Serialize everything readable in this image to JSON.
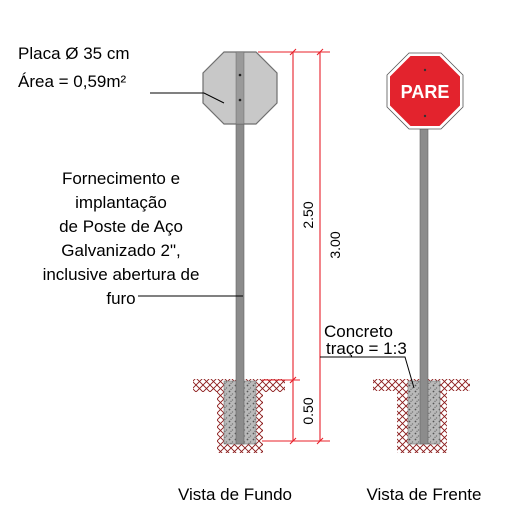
{
  "plate_labels": {
    "line1": "Placa Ø 35 cm",
    "line2": "Área = 0,59m²"
  },
  "description": {
    "line1": "Fornecimento e",
    "line2": "implantação",
    "line3": "de Poste de Aço",
    "line4": "Galvanizado 2\",",
    "line5": "inclusive abertura de",
    "line6": "furo"
  },
  "dimensions": {
    "above_ground": "2.50",
    "total": "3.00",
    "below_ground": "0.50"
  },
  "concrete_label": {
    "line1": "Concreto",
    "line2": "traço = 1:3"
  },
  "sign_text": "PARE",
  "views": {
    "back": "Vista de Fundo",
    "front": "Vista de Frente"
  },
  "colors": {
    "plate_back": "#c8c8c8",
    "stop_red": "#e3232d",
    "dimension_red": "#e8202a",
    "pole": "#8c8c8c",
    "hatch": "#8b1a1a"
  }
}
